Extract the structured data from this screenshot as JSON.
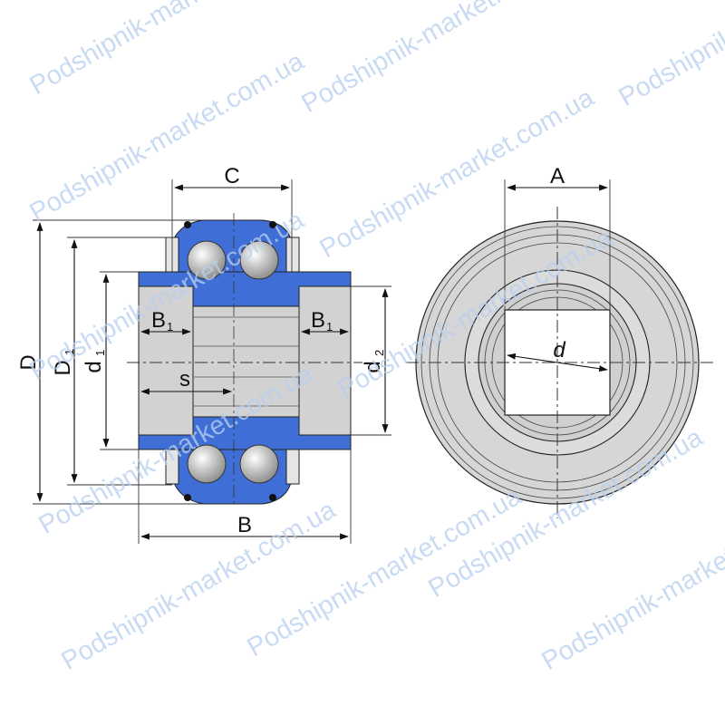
{
  "diagram": {
    "dimension_labels": {
      "C": "C",
      "A": "A",
      "D": "D",
      "D1_base": "D",
      "D1_sub": "1",
      "d1_base": "d",
      "d1_sub": "1",
      "d2_base": "d",
      "d2_sub": "2",
      "B1_left_base": "B",
      "B1_left_sub": "1",
      "B1_right_base": "B",
      "B1_right_sub": "1",
      "s": "s",
      "B": "B",
      "d": "d"
    },
    "watermark": "Podshipnik-market.com.ua",
    "colors": {
      "housing": "#3f6fd6",
      "steel": "#d2d2d2",
      "ball": "#b4b4b4",
      "outline": "#222222",
      "watermark": "#b8cfee"
    }
  }
}
